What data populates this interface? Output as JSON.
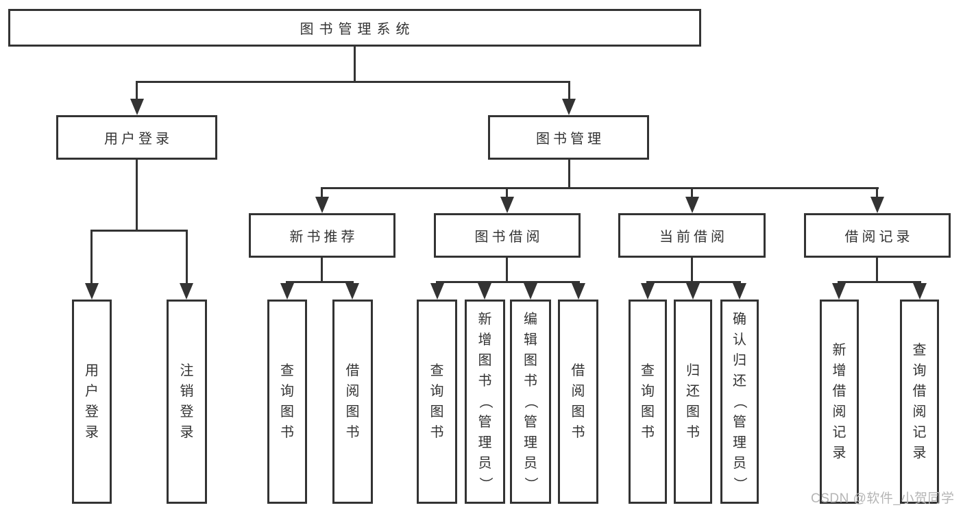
{
  "diagram": {
    "root": {
      "label": "图书管理系统",
      "children": [
        {
          "label": "用户登录",
          "children": [
            {
              "label": "用户登录"
            },
            {
              "label": "注销登录"
            }
          ]
        },
        {
          "label": "图书管理",
          "children": [
            {
              "label": "新书推荐",
              "children": [
                {
                  "label": "查询图书"
                },
                {
                  "label": "借阅图书"
                }
              ]
            },
            {
              "label": "图书借阅",
              "children": [
                {
                  "label": "查询图书"
                },
                {
                  "label": "新增图书（管理员）"
                },
                {
                  "label": "编辑图书（管理员）"
                },
                {
                  "label": "借阅图书"
                }
              ]
            },
            {
              "label": "当前借阅",
              "children": [
                {
                  "label": "查询图书"
                },
                {
                  "label": "归还图书"
                },
                {
                  "label": "确认归还（管理员）"
                }
              ]
            },
            {
              "label": "借阅记录",
              "children": [
                {
                  "label": "新增借阅记录"
                },
                {
                  "label": "查询借阅记录"
                }
              ]
            }
          ]
        }
      ]
    }
  },
  "watermark": {
    "text": "CSDN @软件_小贺同学"
  },
  "colors": {
    "line": "#333333",
    "text": "#333333",
    "watermark": "#b5b5b5",
    "background": "#ffffff"
  }
}
